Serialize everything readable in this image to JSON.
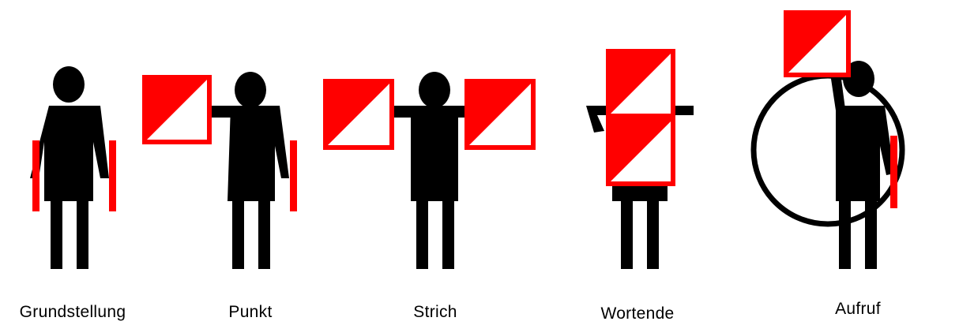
{
  "colors": {
    "figure": "#000000",
    "flag_red": "#ff0000",
    "flag_white": "#ffffff",
    "background": "#ffffff"
  },
  "poses": [
    {
      "id": "grundstellung",
      "label": "Grundstellung"
    },
    {
      "id": "punkt",
      "label": "Punkt"
    },
    {
      "id": "strich",
      "label": "Strich"
    },
    {
      "id": "wortende",
      "label": "Wortende"
    },
    {
      "id": "aufruf",
      "label": "Aufruf"
    }
  ]
}
